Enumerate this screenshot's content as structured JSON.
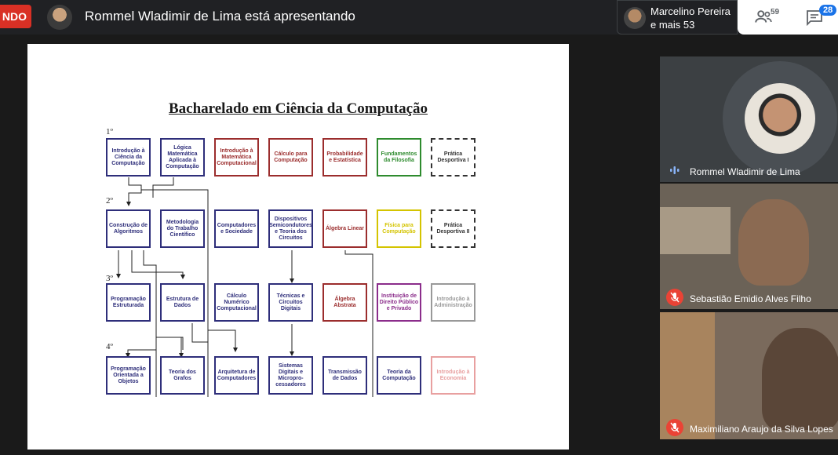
{
  "topbar": {
    "recording_label": "NDO",
    "presenting_text": "Rommel Wladimir de Lima está apresentando",
    "people_line1": "Marcelino Pereira",
    "people_line2": "e mais 53",
    "participants_count": "59",
    "chat_count": "28"
  },
  "slide": {
    "title": "Bacharelado em Ciência da Computação",
    "semesters": [
      "1º",
      "2º",
      "3º",
      "4º"
    ],
    "rows": [
      [
        {
          "label": "Introdução à Ciência da Computação",
          "color": "#2e2e7a",
          "style": "solid"
        },
        {
          "label": "Lógica Matemática Aplicada à Computação",
          "color": "#2e2e7a",
          "style": "solid"
        },
        {
          "label": "Introdução à Matemática Computacional",
          "color": "#9b2d2d",
          "style": "solid"
        },
        {
          "label": "Cálculo para Computação",
          "color": "#9b2d2d",
          "style": "solid"
        },
        {
          "label": "Probabilidade e Estatística",
          "color": "#9b2d2d",
          "style": "solid"
        },
        {
          "label": "Fundamentos da Filosofia",
          "color": "#2e8b2e",
          "style": "solid"
        },
        {
          "label": "Prática Desportiva I",
          "color": "#333333",
          "style": "dashed"
        }
      ],
      [
        {
          "label": "Construção de Algoritmos",
          "color": "#2e2e7a",
          "style": "solid"
        },
        {
          "label": "Metodologia do Trabalho Científico",
          "color": "#2e2e7a",
          "style": "solid"
        },
        {
          "label": "Computadores e Sociedade",
          "color": "#2e2e7a",
          "style": "solid"
        },
        {
          "label": "Dispositivos Semicondutores e Teoria dos Circuitos",
          "color": "#2e2e7a",
          "style": "solid"
        },
        {
          "label": "Álgebra Linear",
          "color": "#9b2d2d",
          "style": "solid"
        },
        {
          "label": "Física para Computação",
          "color": "#d4c400",
          "style": "solid"
        },
        {
          "label": "Prática Desportiva II",
          "color": "#333333",
          "style": "dashed"
        }
      ],
      [
        {
          "label": "Programação Estruturada",
          "color": "#2e2e7a",
          "style": "solid"
        },
        {
          "label": "Estrutura de Dados",
          "color": "#2e2e7a",
          "style": "solid"
        },
        {
          "label": "Cálculo Numérico Computacional",
          "color": "#2e2e7a",
          "style": "solid"
        },
        {
          "label": "Técnicas e Circuitos Digitais",
          "color": "#2e2e7a",
          "style": "solid"
        },
        {
          "label": "Álgebra Abstrata",
          "color": "#9b2d2d",
          "style": "solid"
        },
        {
          "label": "Instituição de Direito Público e Privado",
          "color": "#8b2d8b",
          "style": "solid"
        },
        {
          "label": "Introdução à Administração",
          "color": "#999999",
          "style": "solid"
        }
      ],
      [
        {
          "label": "Programação Orientada a Objetos",
          "color": "#2e2e7a",
          "style": "solid"
        },
        {
          "label": "Teoria dos Grafos",
          "color": "#2e2e7a",
          "style": "solid"
        },
        {
          "label": "Arquitetura de Computadores",
          "color": "#2e2e7a",
          "style": "solid"
        },
        {
          "label": "Sistemas Digitais e Micropro-cessadores",
          "color": "#2e2e7a",
          "style": "solid"
        },
        {
          "label": "Transmissão de Dados",
          "color": "#2e2e7a",
          "style": "solid"
        },
        {
          "label": "Teoria da Computação",
          "color": "#2e2e7a",
          "style": "solid"
        },
        {
          "label": "Introdução à Economia",
          "color": "#e8a0a0",
          "style": "solid"
        }
      ]
    ]
  },
  "participants": [
    {
      "name": "Rommel Wladimir de Lima",
      "status": "speaking"
    },
    {
      "name": "Sebastião Emidio Alves Filho",
      "status": "muted"
    },
    {
      "name": "Maximiliano Araujo da Silva Lopes",
      "status": "muted"
    }
  ]
}
